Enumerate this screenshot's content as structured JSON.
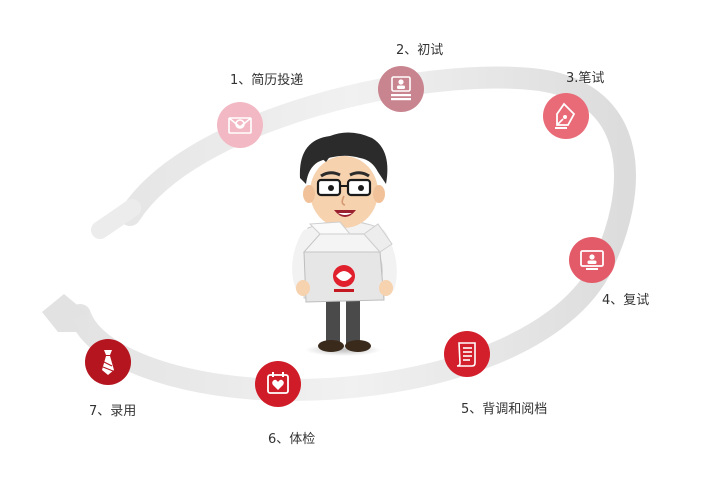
{
  "steps": [
    {
      "label": "1、简历投递",
      "icon": "envelope-icon",
      "color": "#f2b9c4"
    },
    {
      "label": "2、初试",
      "icon": "person-card-icon",
      "color": "#c9858f"
    },
    {
      "label": "3.笔试",
      "icon": "pen-nib-icon",
      "color": "#e96b78"
    },
    {
      "label": "4、复试",
      "icon": "monitor-person-icon",
      "color": "#e35a68"
    },
    {
      "label": "5、背调和阅档",
      "icon": "scroll-icon",
      "color": "#d31f2c"
    },
    {
      "label": "6、体检",
      "icon": "heart-calendar-icon",
      "color": "#cf1c28"
    },
    {
      "label": "7、录用",
      "icon": "necktie-icon",
      "color": "#b4151f"
    }
  ],
  "mascot": {
    "name": "cartoon-man-holding-box"
  }
}
